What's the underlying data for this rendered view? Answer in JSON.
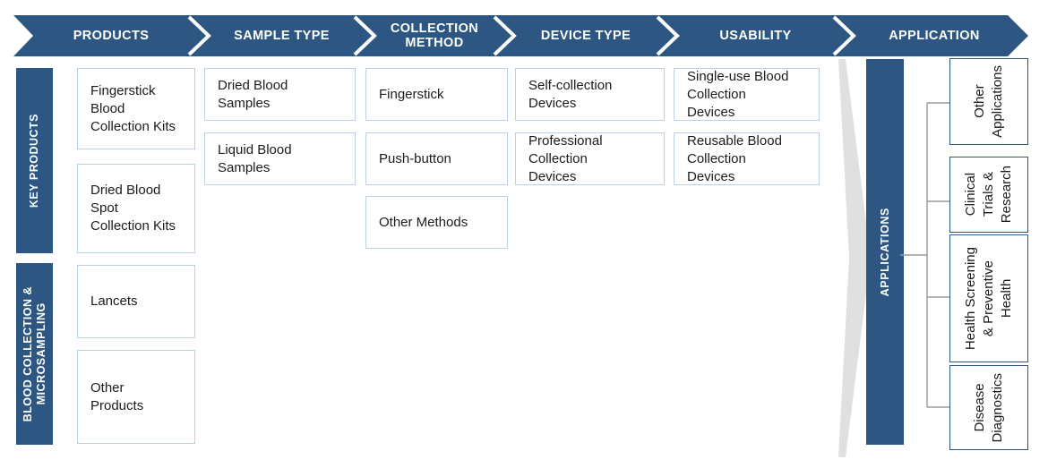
{
  "banner": {
    "stages": [
      {
        "label": "PRODUCTS"
      },
      {
        "label": "SAMPLE TYPE"
      },
      {
        "label": "COLLECTION\nMETHOD"
      },
      {
        "label": "DEVICE TYPE"
      },
      {
        "label": "USABILITY"
      },
      {
        "label": "APPLICATION"
      }
    ]
  },
  "colors": {
    "brand_blue": "#2d5782",
    "box_border": "#bed0e4",
    "funnel_gray": "#e0e0e0",
    "app_box_border": "#2d5782",
    "text": "#1b1b1b"
  },
  "side_bars": [
    {
      "label": "KEY PRODUCTS"
    },
    {
      "label": "BLOOD COLLECTION &\nMICROSAMPLING"
    }
  ],
  "columns": {
    "products": [
      {
        "label": "Fingerstick\nBlood\nCollection Kits"
      },
      {
        "label": "Dried Blood\nSpot\nCollection Kits"
      },
      {
        "label": "Lancets"
      },
      {
        "label": "Other\nProducts"
      }
    ],
    "sample_type": [
      {
        "label": "Dried Blood\nSamples"
      },
      {
        "label": "Liquid Blood\nSamples"
      }
    ],
    "collection_method": [
      {
        "label": "Fingerstick"
      },
      {
        "label": "Push-button"
      },
      {
        "label": "Other Methods"
      }
    ],
    "device_type": [
      {
        "label": "Self-collection\nDevices"
      },
      {
        "label": "Professional\nCollection\nDevices"
      }
    ],
    "usability": [
      {
        "label": "Single-use Blood\nCollection\nDevices"
      },
      {
        "label": "Reusable Blood\nCollection\nDevices"
      }
    ]
  },
  "applications": {
    "bar_label": "APPLICATIONS",
    "items": [
      {
        "label": "Other\nApplications"
      },
      {
        "label": "Clinical\nTrials &\nResearch"
      },
      {
        "label": "Health Screening\n& Preventive\nHealth"
      },
      {
        "label": "Disease\nDiagnostics"
      }
    ]
  }
}
